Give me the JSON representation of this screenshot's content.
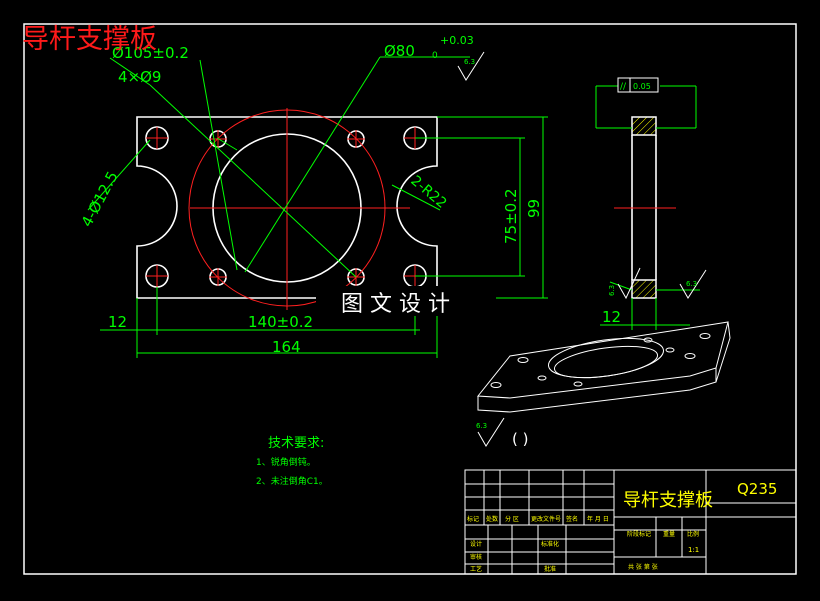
{
  "drawing": {
    "title_overlay": "导杆支撑板",
    "watermark": "图 文 设 计",
    "colors": {
      "background": "#000000",
      "outline": "#ffffff",
      "dimension": "#00ff00",
      "centerline": "#ff0000",
      "title_overlay": "#ff1a1a",
      "hatch": "#ffff00",
      "cyan": "#00ffff",
      "title_block_text": "#ffff00"
    }
  },
  "dimensions": {
    "d105": "Ø105±0.2",
    "d80": "Ø80",
    "d80_sub": "0",
    "d80_tol": "+0.03",
    "holes_9": "4×Ø9",
    "holes_12_5": "4-Ø12.5",
    "r22": "2-R22",
    "v75": "75±0.2",
    "v99": "99",
    "h12_left": "12",
    "h140": "140±0.2",
    "h164": "164",
    "side_12": "12",
    "flatness": "//",
    "flatness_val": "0.05",
    "rough_top": "6.3",
    "rough_side_left": "6.3",
    "rough_side_right": "6.3",
    "rough_iso": "6.3",
    "iso_paren": "( )"
  },
  "tech_requirements": {
    "title": "技术要求:",
    "items": [
      "1、锐角倒钝。",
      "2、未注倒角C1。"
    ]
  },
  "title_block": {
    "part_name": "导杆支撑板",
    "material": "Q235",
    "row_labels": [
      "标记",
      "处数",
      "分 区",
      "更改文件号",
      "签名",
      "年 月 日"
    ],
    "stage_label": "阶段标记",
    "weight_label": "重量",
    "scale_label": "比例",
    "scale_value": "1:1",
    "design_label": "设计",
    "standard_label": "标准化",
    "review_label": "审核",
    "process_label": "工艺",
    "approve_label": "批准",
    "sheet_label": "共  张  第  张"
  }
}
